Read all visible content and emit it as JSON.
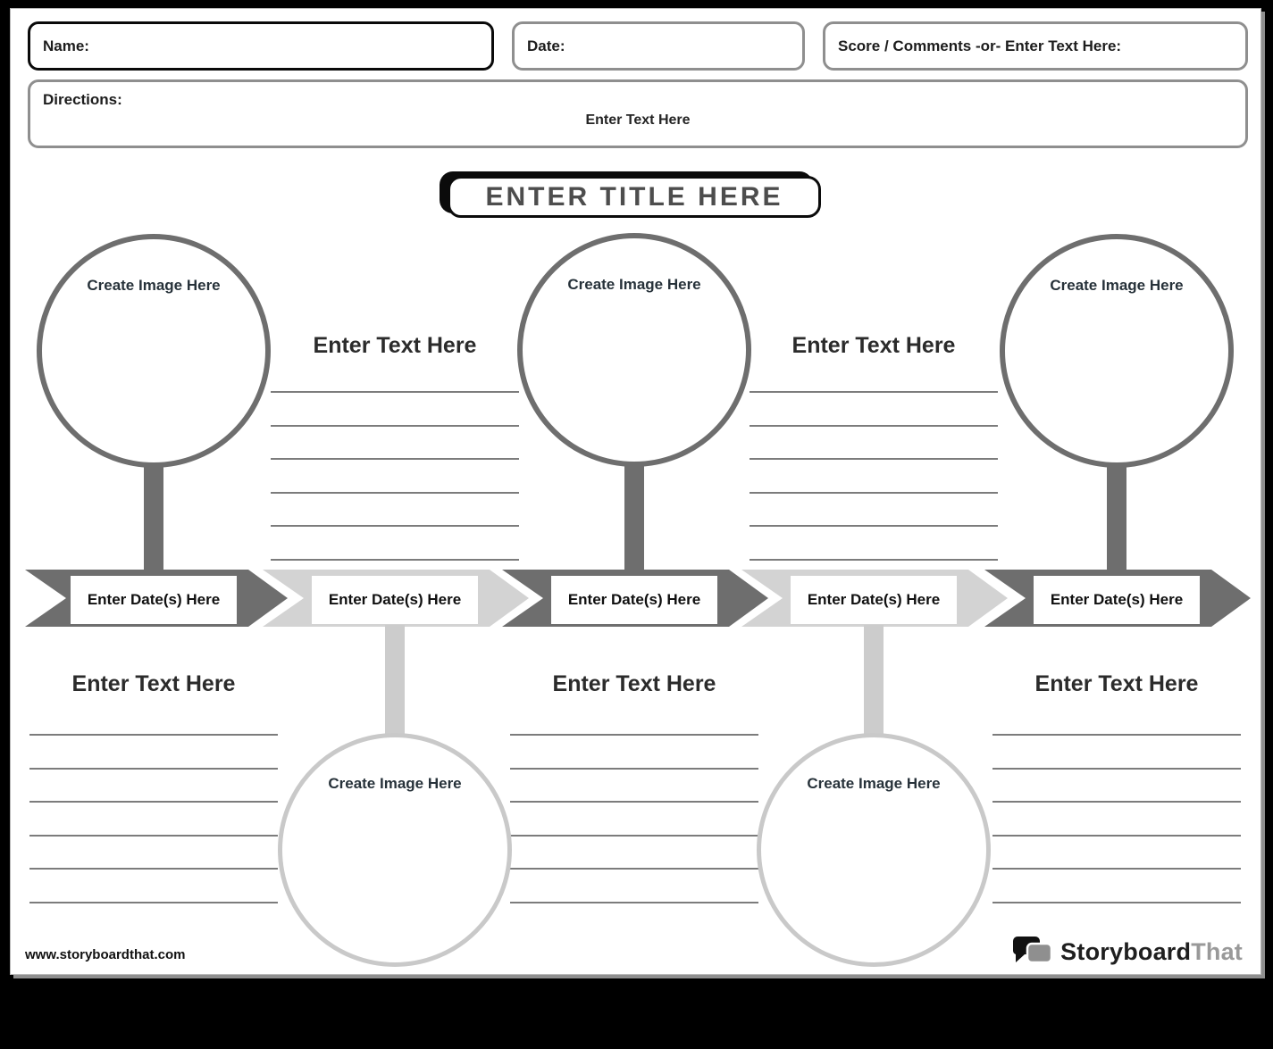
{
  "header": {
    "name_label": "Name:",
    "date_label": "Date:",
    "score_label": "Score / Comments -or- Enter Text Here:",
    "directions": {
      "label": "Directions:",
      "placeholder": "Enter Text Here"
    }
  },
  "title": "ENTER TITLE HERE",
  "timeline": {
    "entries": [
      {
        "date": "Enter Date(s) Here",
        "image_label": "Create Image Here",
        "text_label": "Enter Text Here",
        "image_position": "top",
        "tone": "dark"
      },
      {
        "date": "Enter Date(s) Here",
        "image_label": "Create Image Here",
        "text_label": "Enter Text Here",
        "image_position": "bottom",
        "tone": "light"
      },
      {
        "date": "Enter Date(s) Here",
        "image_label": "Create Image Here",
        "text_label": "Enter Text Here",
        "image_position": "top",
        "tone": "dark"
      },
      {
        "date": "Enter Date(s) Here",
        "image_label": "Create Image Here",
        "text_label": "Enter Text Here",
        "image_position": "bottom",
        "tone": "light"
      },
      {
        "date": "Enter Date(s) Here",
        "image_label": "Create Image Here",
        "text_label": "Enter Text Here",
        "image_position": "top",
        "tone": "dark"
      }
    ]
  },
  "footer": {
    "website": "www.storyboardthat.com",
    "logo": {
      "part1": "Storyboard",
      "part2": "That"
    }
  },
  "colors": {
    "arrow_dark": "#6e6e6e",
    "arrow_light": "#d3d3d3",
    "circle_ring_light": "#c9c9c9",
    "writing_line": "#7c7c7c",
    "box_border_gray": "#8f8f8f",
    "ink_black": "#0b0b0b",
    "title_text": "#4d4d4d",
    "logo_gray": "#999999"
  }
}
